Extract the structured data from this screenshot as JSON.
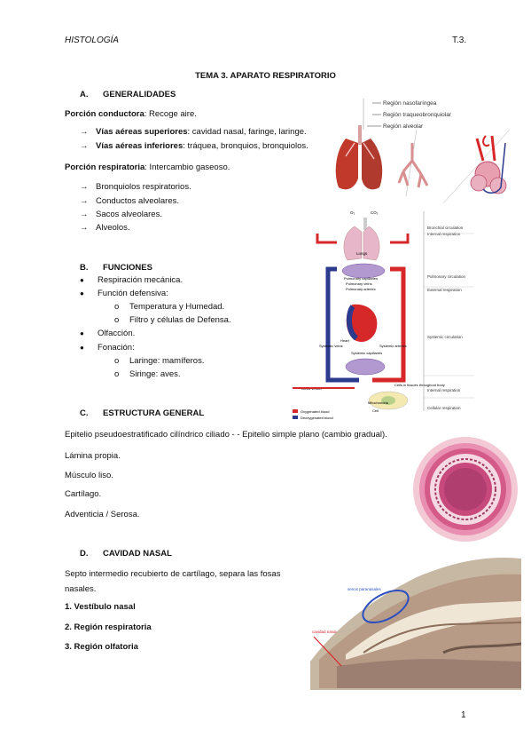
{
  "header": {
    "left": "HISTOLOGÍA",
    "right": "T.3."
  },
  "title": "TEMA 3. APARATO RESPIRATORIO",
  "sectionA": {
    "letter": "A.",
    "heading": "GENERALIDADES",
    "conductora_label": "Porción conductora",
    "conductora_text": ": Recoge aire.",
    "items": [
      {
        "label": "Vías aéreas superiores",
        "text": ": cavidad nasal, faringe, laringe."
      },
      {
        "label": "Vías aéreas inferiores",
        "text": ": tráquea, bronquios, bronquiolos."
      }
    ],
    "respiratoria_label": "Porción respiratoria",
    "respiratoria_text": ": Intercambio gaseoso.",
    "resp_items": [
      "Bronquiolos respiratorios.",
      "Conductos alveolares.",
      "Sacos alveolares.",
      "Alveolos."
    ]
  },
  "sectionB": {
    "letter": "B.",
    "heading": "FUNCIONES",
    "bullets": {
      "b1": "Respiración mecánica.",
      "b2": "Función defensiva:",
      "b2_sub": [
        "Temperatura y Humedad.",
        "Filtro y células de Defensa."
      ],
      "b3": "Olfacción.",
      "b4": "Fonación:",
      "b4_sub": [
        "Laringe: mamíferos.",
        "Siringe: aves."
      ]
    }
  },
  "sectionC": {
    "letter": "C.",
    "heading": "ESTRUCTURA GENERAL",
    "lines": [
      "Epitelio pseudoestratificado cilíndrico ciliado - - Epitelio simple plano (cambio gradual).",
      "Lámina propia.",
      "Músculo liso.",
      "Cartílago.",
      "Adventicia / Serosa."
    ]
  },
  "sectionD": {
    "letter": "D.",
    "heading": "CAVIDAD NASAL",
    "text": "Septo intermedio recubierto de cartílago, separa las fosas nasales.",
    "items": [
      "1. Vestíbulo nasal",
      "2. Región respiratoria",
      "3. Región olfatoria"
    ]
  },
  "fig1": {
    "labels": [
      "Región nasofaríngea",
      "Región traqueobronquiolar",
      "Región alveolar"
    ]
  },
  "fig2": {
    "labels": {
      "bronchial": "Bronchial circulation",
      "internal_top": "Internal respiration",
      "pulmonary": "Pulmonary circulation",
      "external": "External respiration",
      "systemic": "Systemic circulation",
      "internal_bot": "Internal respiration",
      "cellular": "Cellular respiration",
      "lungs": "Lungs",
      "pulm_cap": "Pulmonary capillaries",
      "pulm_veins": "Pulmonary veins",
      "pulm_arteries": "Pulmonary arteries",
      "heart": "Heart",
      "sys_veins": "Systemic veins",
      "sys_arteries": "Systemic arteries",
      "sys_cap": "Systemic capillaries",
      "cells": "Cells in tissues throughout body",
      "blood_vessel": "Blood vessel",
      "mitochondria": "Mitochondria",
      "cell": "Cell",
      "oxy": "Oxygenated blood",
      "deoxy": "Deoxygenated blood",
      "o2": "O₂",
      "co2": "CO₂"
    }
  },
  "fig4": {
    "labels": [
      "senos paranasales",
      "cavidad nasal"
    ]
  },
  "page_number": "1",
  "colors": {
    "red": "#d62828",
    "blue": "#2b3a8c",
    "pink": "#e7b6c8",
    "ring": "#d4668e"
  }
}
